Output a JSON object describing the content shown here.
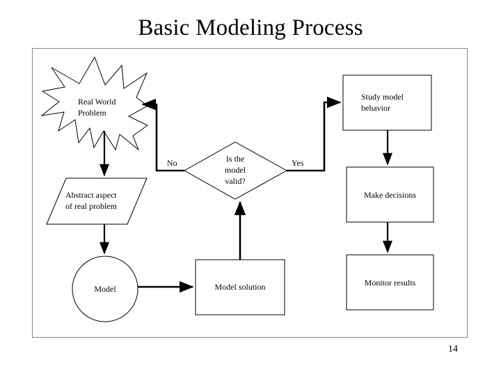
{
  "slide": {
    "title": "Basic Modeling Process",
    "page_number": "14"
  },
  "diagram": {
    "type": "flowchart",
    "nodes": [
      {
        "id": "real-world-problem",
        "shape": "explosion-star",
        "label": "Real World\nProblem",
        "align": "left"
      },
      {
        "id": "abstract-aspect",
        "shape": "parallelogram",
        "label": "Abstract aspect\nof real problem",
        "align": "left"
      },
      {
        "id": "model",
        "shape": "circle",
        "label": "Model",
        "align": "center"
      },
      {
        "id": "model-solution",
        "shape": "rectangle",
        "label": "Model solution",
        "align": "center"
      },
      {
        "id": "is-model-valid",
        "shape": "diamond",
        "label": "Is the\nmodel\nvalid?",
        "align": "center"
      },
      {
        "id": "study-model-behavior",
        "shape": "rectangle",
        "label": "Study model\nbehavior",
        "align": "left"
      },
      {
        "id": "make-decisions",
        "shape": "rectangle",
        "label": "Make decisions",
        "align": "center"
      },
      {
        "id": "monitor-results",
        "shape": "rectangle",
        "label": "Monitor results",
        "align": "center"
      }
    ],
    "edge_labels": {
      "no": "No",
      "yes": "Yes"
    },
    "edges": [
      {
        "from": "real-world-problem",
        "to": "abstract-aspect",
        "label": ""
      },
      {
        "from": "abstract-aspect",
        "to": "model",
        "label": ""
      },
      {
        "from": "model",
        "to": "model-solution",
        "label": ""
      },
      {
        "from": "model-solution",
        "to": "is-model-valid",
        "label": ""
      },
      {
        "from": "is-model-valid",
        "to": "real-world-problem",
        "label": "No"
      },
      {
        "from": "is-model-valid",
        "to": "study-model-behavior",
        "label": "Yes"
      },
      {
        "from": "study-model-behavior",
        "to": "make-decisions",
        "label": ""
      },
      {
        "from": "make-decisions",
        "to": "monitor-results",
        "label": ""
      }
    ]
  },
  "colors": {
    "stroke": "#000000",
    "fill": "#ffffff",
    "frame_border": "#8a8a8a",
    "text": "#000000"
  }
}
